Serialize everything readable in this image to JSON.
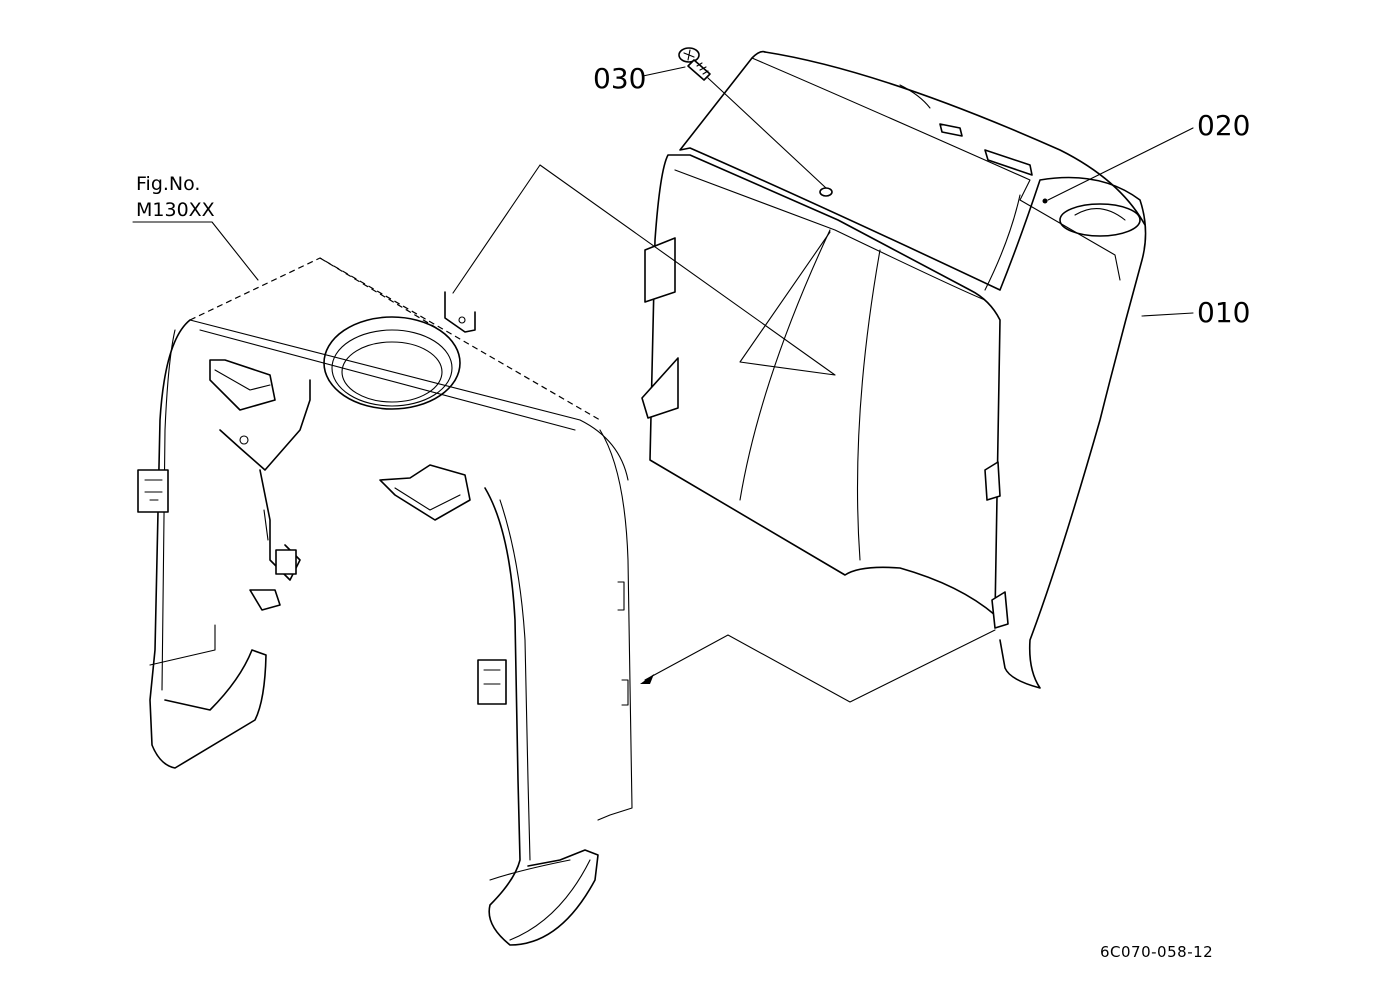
{
  "figure": {
    "fig_no_label": "Fig.No.",
    "fig_no_value": "M130XX",
    "drawing_code": "6C070-058-12"
  },
  "callouts": [
    {
      "id": "p030",
      "label": "030"
    },
    {
      "id": "p020",
      "label": "020"
    },
    {
      "id": "p010",
      "label": "010"
    }
  ]
}
